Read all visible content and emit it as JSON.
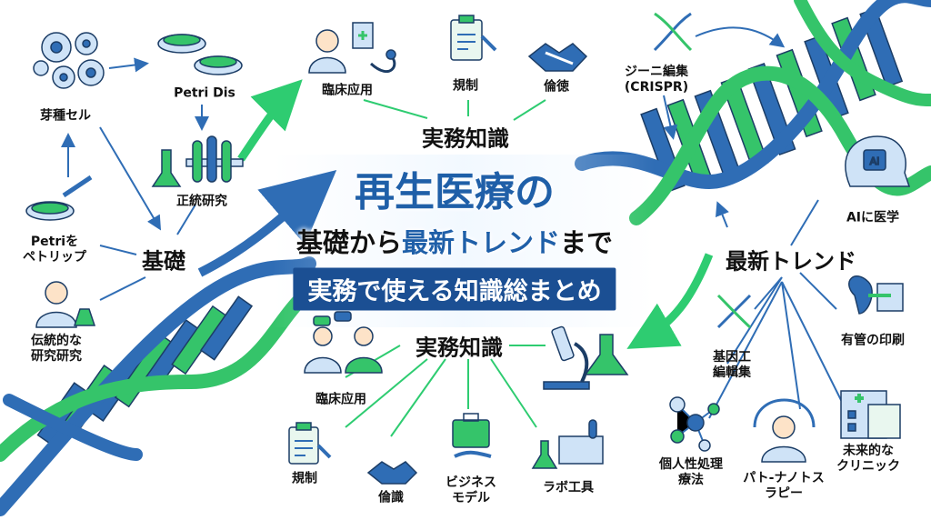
{
  "title": {
    "line1": "再生医療の",
    "line2_a": "基礎から",
    "line2_b": "最新トレンド",
    "line2_c": "まで",
    "banner": "実務で使える知識総まとめ"
  },
  "hubs": {
    "kiso": "基礎",
    "jitsumu_top": "実務知識",
    "jitsumu_bottom": "実務知識",
    "saishin": "最新トレンド"
  },
  "labels": {
    "gasaibo": "芽種セル",
    "petri_dis": "Petri Dis",
    "seito": "正統研究",
    "petri_wo": "Petriを\nペトリップ",
    "dentou": "伝統的な\n研究研究",
    "rinsho_top": "臨床应用",
    "kisei_top": "規制",
    "rintoku": "倫徳",
    "gene": "ジーニ編集\n(CRISPR)",
    "ai": "AIに医学",
    "idenshi": "基因工\n編輯集",
    "yukan": "有管の印刷",
    "kojin": "個人性処理\n療法",
    "nano": "パト-ナノトス\nラピー",
    "mirai": "未来的な\nクリニック",
    "rinsho_bottom": "臨床应用",
    "kisei_bottom": "規制",
    "rinshiki": "倫識",
    "business": "ビジネス\nモデル",
    "labo": "ラボ工具"
  },
  "colors": {
    "blue": "#1f5fa8",
    "navy": "#1b4f93",
    "green": "#2ecc71",
    "helix_blue": "#2f6db5",
    "helix_green": "#35c46a"
  },
  "icons": [
    "cells-icon",
    "petri-dish-icon",
    "test-tubes-icon",
    "pipette-dish-icon",
    "scientist-icon",
    "doctor-icon",
    "clipboard-icon",
    "handshake-icon",
    "dna-icon",
    "ai-head-icon",
    "kidney-print-icon",
    "molecule-icon",
    "nano-doctor-icon",
    "hospital-icon",
    "consultation-icon",
    "briefcase-icon",
    "lab-equipment-icon",
    "microscope-icon"
  ]
}
